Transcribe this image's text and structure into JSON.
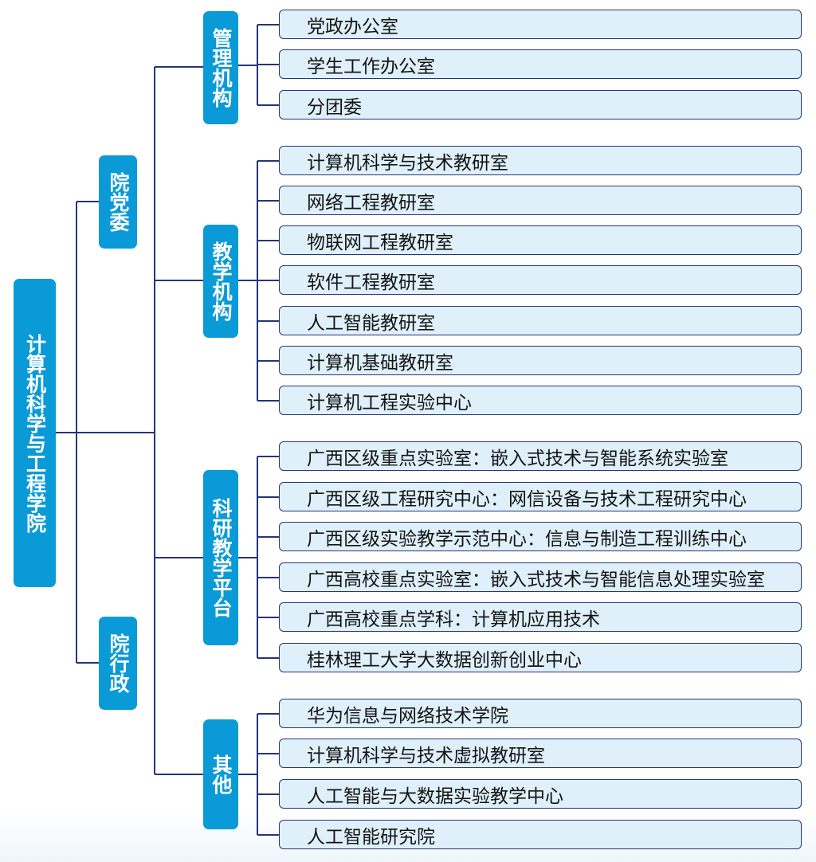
{
  "root": "计算机科学与工程学院",
  "branches": [
    {
      "label": "院党委"
    },
    {
      "label": "院行政"
    }
  ],
  "categories": [
    {
      "label": "管理机构",
      "items": [
        "党政办公室",
        "学生工作办公室",
        "分团委"
      ]
    },
    {
      "label": "教学机构",
      "items": [
        "计算机科学与技术教研室",
        "网络工程教研室",
        "物联网工程教研室",
        "软件工程教研室",
        "人工智能教研室",
        "计算机基础教研室",
        "计算机工程实验中心"
      ]
    },
    {
      "label": "科研教学平台",
      "items": [
        "广西区级重点实验室：嵌入式技术与智能系统实验室",
        "广西区级工程研究中心：网信设备与技术工程研究中心",
        "广西区级实验教学示范中心：信息与制造工程训练中心",
        "广西高校重点实验室：嵌入式技术与智能信息处理实验室",
        "广西高校重点学科：计算机应用技术",
        "桂林理工大学大数据创新创业中心"
      ]
    },
    {
      "label": "其他",
      "items": [
        "华为信息与网络技术学院",
        "计算机科学与技术虚拟教研室",
        "人工智能与大数据实验教学中心",
        "人工智能研究院"
      ]
    }
  ],
  "colors": {
    "box": "#0a9ad7",
    "line": "#24357a",
    "leaf_fill": "#dff0fa"
  }
}
